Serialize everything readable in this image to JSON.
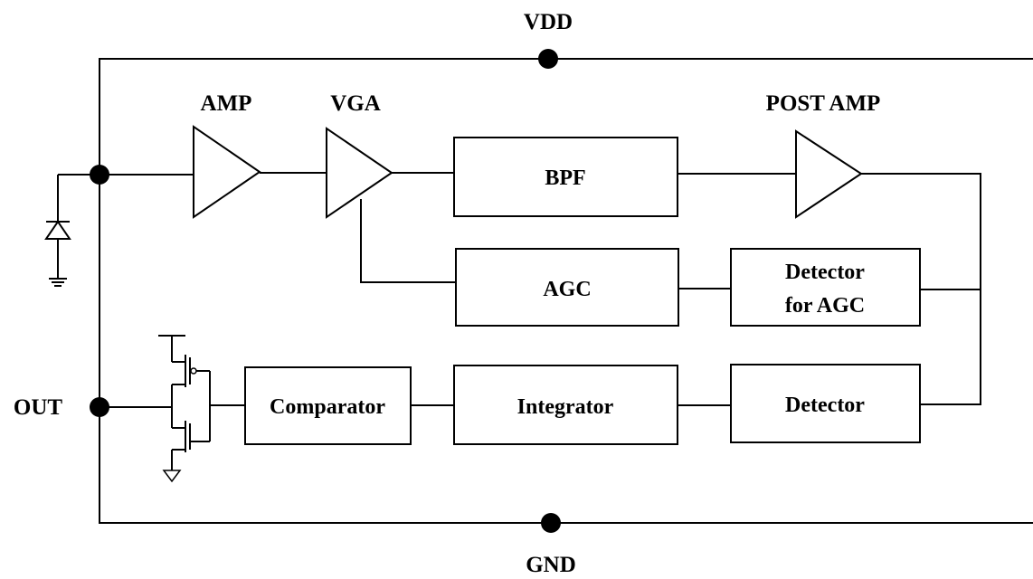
{
  "labels": {
    "vdd": "VDD",
    "gnd": "GND",
    "out": "OUT",
    "amp": "AMP",
    "vga": "VGA",
    "post_amp": "POST AMP"
  },
  "blocks": {
    "bpf": "BPF",
    "agc": "AGC",
    "detector_agc_line1": "Detector",
    "detector_agc_line2": "for AGC",
    "comparator": "Comparator",
    "integrator": "Integrator",
    "detector": "Detector"
  }
}
